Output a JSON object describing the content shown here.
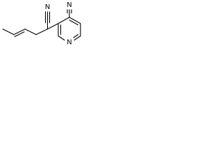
{
  "structure": {
    "atoms": {
      "nitrile_n_1": "N",
      "nitrile_n_2": "N",
      "ring_n": "N"
    },
    "colors": {
      "ink": "#000000",
      "background": "#ffffff"
    }
  }
}
